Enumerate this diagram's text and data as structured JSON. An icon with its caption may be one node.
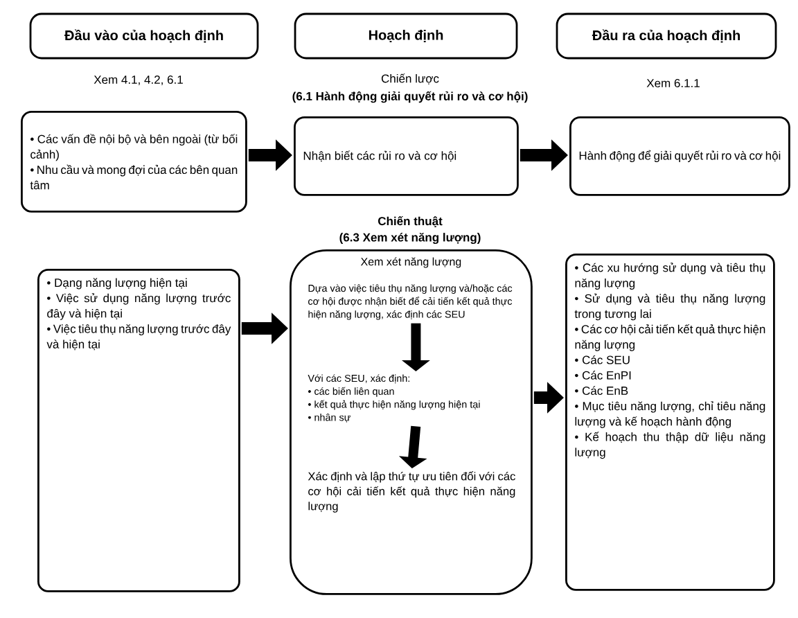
{
  "diagram": {
    "nodes": [
      {
        "text": [
          "Đầu vào của hoạch định"
        ]
      },
      {
        "text": [
          "Hoạch định"
        ]
      },
      {
        "text": [
          "Đầu ra của hoạch định"
        ]
      },
      {
        "text": [
          "• Các vấn đề nội bộ và bên ngoài (từ bối cảnh)",
          "• Nhu cầu và mong đợi của các bên quan tâm"
        ]
      },
      {
        "text": [
          "Nhận biết các rủi ro và cơ hội"
        ]
      },
      {
        "text": [
          "Hành động để giải quyết rủi ro và cơ hội"
        ]
      },
      {
        "text": [
          "• Dạng năng lượng hiện tại",
          "• Việc sử dụng năng lượng trước đây và hiện tại",
          "• Việc tiêu thụ năng lượng trước đây và hiện tại"
        ]
      },
      {
        "text": [
          "Xem xét năng lượng"
        ]
      },
      {
        "text": [
          "Dựa vào việc tiêu thụ năng lượng và/hoặc các cơ hội được nhận biết để cải tiến kết quả thực hiện năng lượng, xác định các SEU"
        ],
        "in": 7
      },
      {
        "text": [
          "Với các SEU, xác định:",
          "• các biến liên quan",
          "• kết quả thực hiện năng lượng hiện tại",
          "• nhân sự"
        ],
        "in": 7
      },
      {
        "text": [
          "Xác định và lập thứ tự ưu tiên đối với các cơ hội cải tiến kết quả thực hiện năng lượng"
        ],
        "in": 7
      },
      {
        "text": [
          "• Các xu hướng sử dụng và tiêu thụ năng lượng",
          "• Sử dụng và tiêu thụ năng lượng trong tương lai",
          "• Các cơ hội cải tiến kết quả thực hiện năng lượng",
          "• Các SEU",
          "• Các EnPI",
          "• Các EnB",
          "• Mục tiêu năng lượng, chỉ tiêu năng lượng và kế hoạch hành động",
          "• Kế hoạch thu thập dữ liệu năng lượng"
        ]
      }
    ],
    "edges": [
      {
        "from": 3,
        "to": 4,
        "arrow": "to"
      },
      {
        "from": 4,
        "to": 5,
        "arrow": "to"
      },
      {
        "from": 6,
        "to": 7,
        "arrow": "to"
      },
      {
        "from": 7,
        "to": 11,
        "arrow": "to"
      },
      {
        "from": 8,
        "to": 9,
        "arrow": "to"
      },
      {
        "from": 9,
        "to": 10,
        "arrow": "to"
      }
    ],
    "labels": [
      "Xem 4.1, 4.2, 6.1",
      "Chiến lược",
      "(6.1 Hành động giải quyết rủi ro và cơ hội)",
      "Xem 6.1.1",
      "Chiến thuật",
      "(6.3 Xem xét năng lượng)"
    ]
  }
}
